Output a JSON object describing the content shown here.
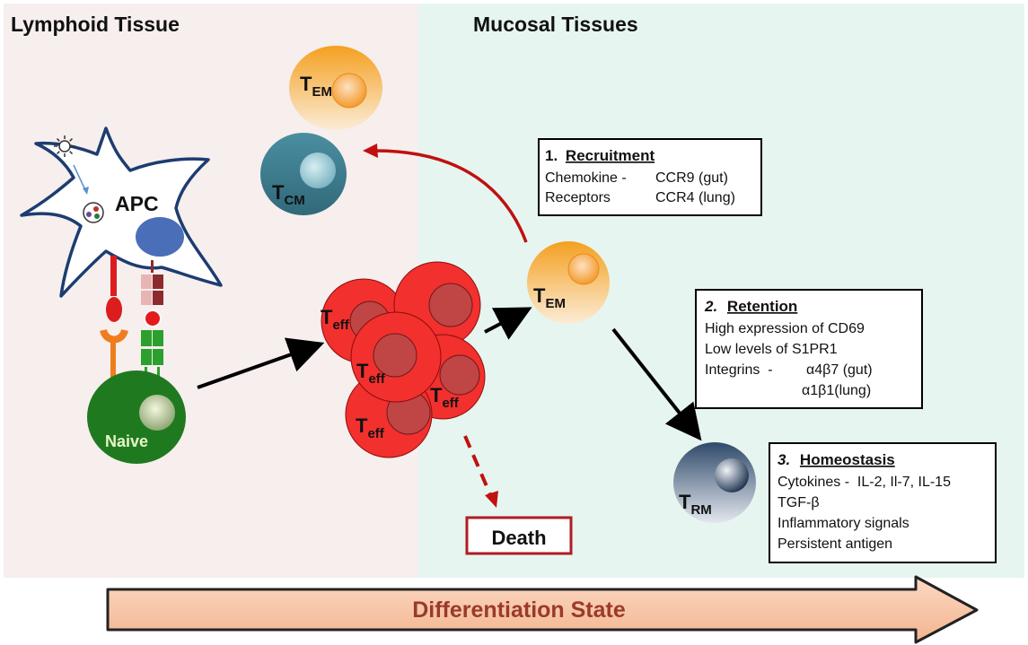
{
  "regions": {
    "lymphoid": {
      "title": "Lymphoid Tissue"
    },
    "mucosal": {
      "title": "Mucosal Tissues"
    }
  },
  "cells": {
    "apc": {
      "label": "APC"
    },
    "naive": {
      "label": "Naive"
    },
    "tem_top": {
      "main": "T",
      "sub": "EM"
    },
    "tcm": {
      "main": "T",
      "sub": "CM"
    },
    "tem_mid": {
      "main": "T",
      "sub": "EM"
    },
    "trm": {
      "main": "T",
      "sub": "RM"
    },
    "teff": {
      "main": "T",
      "sub": "eff"
    }
  },
  "death": {
    "label": "Death"
  },
  "boxes": {
    "recruitment": {
      "number": "1.",
      "heading": "Recruitment",
      "rows": [
        {
          "left": "Chemokine -",
          "right": "CCR9 (gut)"
        },
        {
          "left": "Receptors",
          "right": "CCR4 (lung)"
        }
      ]
    },
    "retention": {
      "number": "2.",
      "heading": "Retention",
      "lines": [
        "High expression of CD69",
        "Low levels of S1PR1"
      ],
      "integrins": {
        "left": "Integrins  -",
        "right1": "α4β7 (gut)",
        "right2": "α1β1(lung)"
      }
    },
    "homeostasis": {
      "number": "3.",
      "heading": "Homeostasis",
      "lines": [
        "Cytokines -  IL-2, Il-7, IL-15",
        "TGF-β",
        "Inflammatory signals",
        "Persistent antigen"
      ]
    }
  },
  "bottom_arrow": {
    "label": "Differentiation State"
  },
  "colors": {
    "lymphoid_bg": "#f7eeee",
    "mucosal_bg": "#e6f5ef",
    "teff_red": "#f2302e",
    "naive_green": "#1f7a1f",
    "tcm_teal": "#3d8193",
    "tem_orange": "#f5a428",
    "trm_navy": "#2c4766",
    "arrow_red": "#c0100f",
    "death_red": "#b01c22",
    "bottom_arrow_fill": "#f8c8a9",
    "bottom_arrow_text": "#9b3a2a"
  }
}
